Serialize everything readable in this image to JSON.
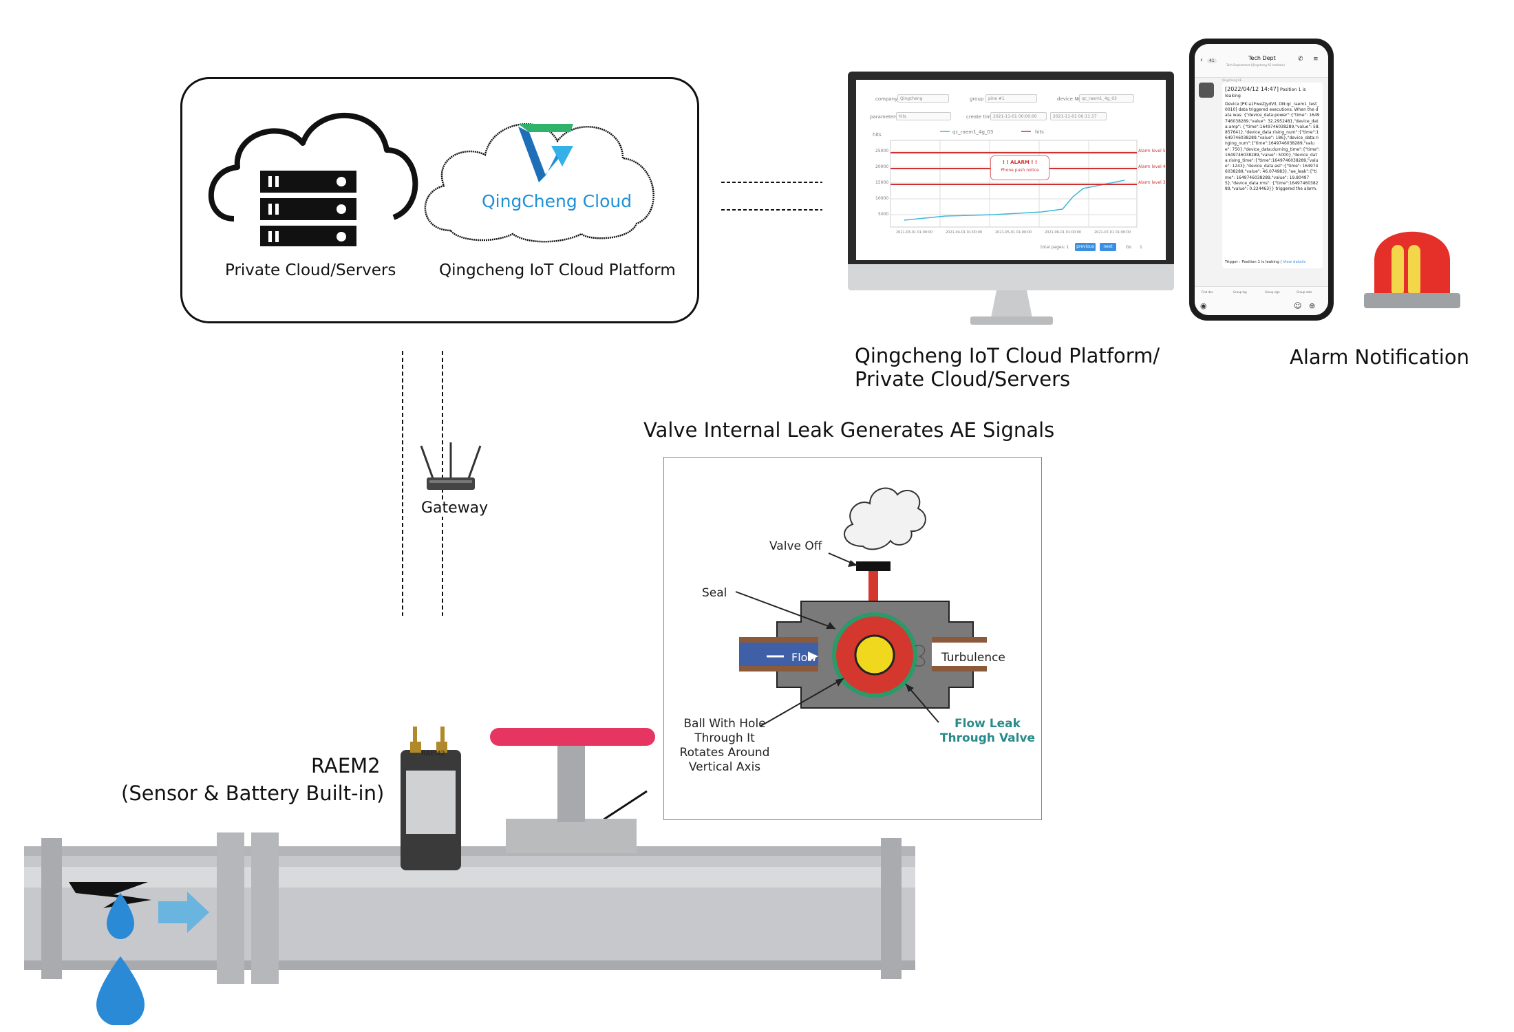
{
  "labels": {
    "private_cloud": "Private Cloud/Servers",
    "qingcheng_platform": "Qingcheng IoT Cloud Platform",
    "platform_servers_line1": "Qingcheng IoT Cloud Platform/",
    "platform_servers_line2": "Private Cloud/Servers",
    "alarm_notification": "Alarm Notification",
    "valve_leak_title": "Valve Internal Leak Generates AE Signals",
    "gateway": "Gateway",
    "sensor_name": "RAEM2",
    "sensor_desc": "(Sensor & Battery Built-in)"
  },
  "cloud_logo": {
    "text": "QingCheng Cloud",
    "color": "#1f8fd6",
    "accent": "#2fb26a"
  },
  "dashboard": {
    "filter_company_label": "company",
    "filter_company_value": "Qingcheng",
    "filter_group_label": "group",
    "filter_group_value": "pine #1",
    "filter_device_label": "device NO.",
    "filter_device_value": "qc_raem1_4g_03",
    "filter_params_label": "parameters",
    "filter_params_value": "hits",
    "filter_time_label": "create time",
    "filter_time_start": "2021-11-01 00:00:00",
    "filter_time_end": "2021-11-01 00:11:17",
    "unit": "hits",
    "legend_series": "qc_raem1_4g_03",
    "legend_alarm": "hits",
    "y_ticks": [
      "25000",
      "20000",
      "15000",
      "10000",
      "5000"
    ],
    "alarm_levels": [
      "Alarm level 5",
      "Alarm level 4",
      "Alarm level 3"
    ],
    "alarm_popup_title": "! ! ALARM ! !",
    "alarm_popup_text": "Phone push notice",
    "x_ticks": [
      "2021-03-01 01:00:00",
      "2021-04-01 01:00:00",
      "2021-05-01 01:00:00",
      "2021-06-01 01:00:00",
      "2021-07-01 01:00:00"
    ],
    "pager_total": "total pages: 1",
    "btn_previous": "previous",
    "btn_next": "next",
    "pager_go": "Go",
    "pager_page": "1"
  },
  "phone": {
    "back_count": "41",
    "chat_title": "Tech Dept",
    "chat_subtitle": "Tech Department (Qingcheng AE Institute)",
    "bot_tag": "Qingcheng AE",
    "timestamp": "[2022/04/12 14:47]",
    "message_head": "Position 1 is leaking",
    "message_body": "Device [PK:a1FweZJydVil, DN:qc_raem1_test_0010] data triggered executions. When the data was: {\"device_data:power\":{\"time\": 1649746038289,\"value\": 32.295248},\"device_data:amp\": {\"time\":1649746038289,\"value\": 58.857641},\"device_data:rising_num\":{\"time\":1649746038289,\"value\": 186},\"device_data:ringing_num\":{\"time\":1649746038289,\"value\": 750},\"device_data:durning_time\":{\"time\":1649746038289,\"value\": 5000},\"device_data:rising_time\":{\"time\":1649746038289,\"value\": 1243},\"device_data:asl\":{\"time\": 1649746038289,\"value\": 46.074983},\"ae_leak\":{\"time\": 1649746038289,\"value\": 19.804975},\"device_data:rms\": {\"time\":1649746038289,\"value\": 0.224463}} triggered the alarm.",
    "trigger_line": "Trigger : Position 1 is leaking |",
    "view_details": "View details",
    "toolbar": [
      "Find doc",
      "Group log",
      "Group sign",
      "Group note"
    ]
  },
  "valve": {
    "valve_off": "Valve Off",
    "seal": "Seal",
    "flow": "Flow",
    "turbulence": "Turbulence",
    "ball_line1": "Ball With Hole",
    "ball_line2": "Through It",
    "ball_line3": "Rotates Around",
    "ball_line4": "Vertical Axis",
    "flow_leak_line1": "Flow Leak",
    "flow_leak_line2": "Through Valve",
    "flow_leak_color": "#2a8a8a"
  },
  "sensor_label": {
    "name": "RAEM2"
  },
  "colors": {
    "pipe": "#c6c8cb",
    "valve_handle": "#e53560",
    "valve_body": "#d4372d",
    "ball": "#f0d81e",
    "water": "#2a8ad6",
    "alarm_light": "#e5302a"
  }
}
